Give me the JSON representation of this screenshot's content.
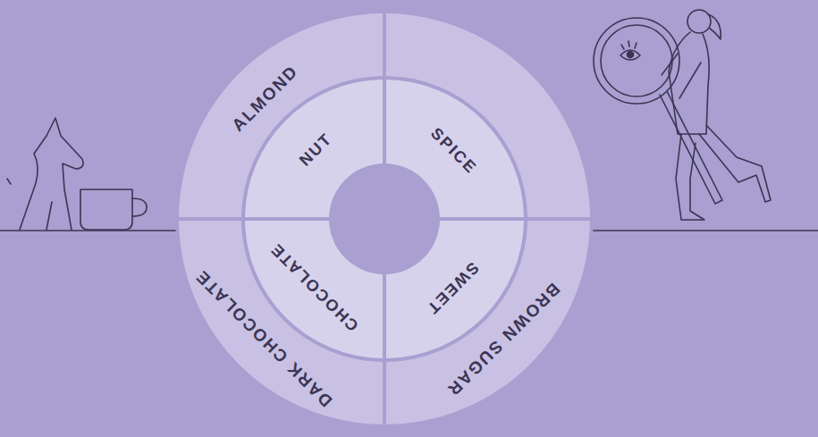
{
  "diagram": {
    "nodes": [
      {
        "text": [
          "ALMOND"
        ]
      },
      {
        "text": [
          "NUT"
        ]
      },
      {
        "text": [
          "SPICE"
        ]
      },
      {
        "text": [
          "CHOCOLATE"
        ]
      },
      {
        "text": [
          "DARK CHOCOLATE"
        ]
      },
      {
        "text": [
          "SWEET"
        ]
      },
      {
        "text": [
          "BROWN SUGAR"
        ]
      }
    ]
  }
}
